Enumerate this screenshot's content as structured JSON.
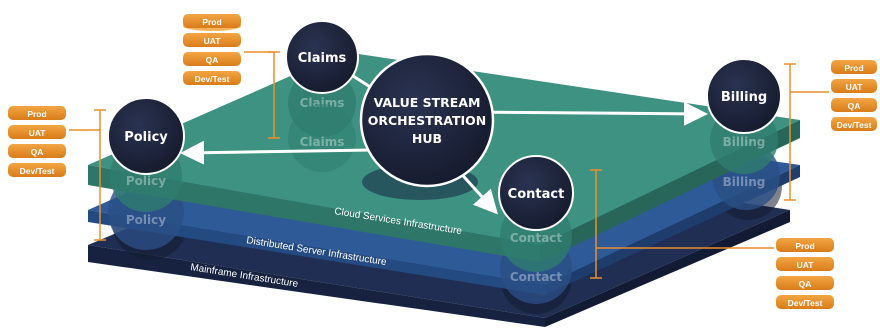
{
  "hub": {
    "line1": "VALUE STREAM",
    "line2": "ORCHESTRATION",
    "line3": "HUB"
  },
  "nodes": {
    "claims": "Claims",
    "policy": "Policy",
    "billing": "Billing",
    "contact": "Contact"
  },
  "layers": {
    "cloud": "Cloud Services Infrastructure",
    "distributed": "Distributed Server Infrastructure",
    "mainframe": "Mainframe Infrastructure"
  },
  "environments": [
    "Prod",
    "UAT",
    "QA",
    "Dev/Test"
  ],
  "colors": {
    "cloud_layer": "#3a8f7f",
    "distributed_layer": "#2f5f9e",
    "mainframe_layer": "#253a66",
    "node_fill": "#1c2238",
    "environment_disc": "#e9902b",
    "bracket": "#e9902b"
  }
}
